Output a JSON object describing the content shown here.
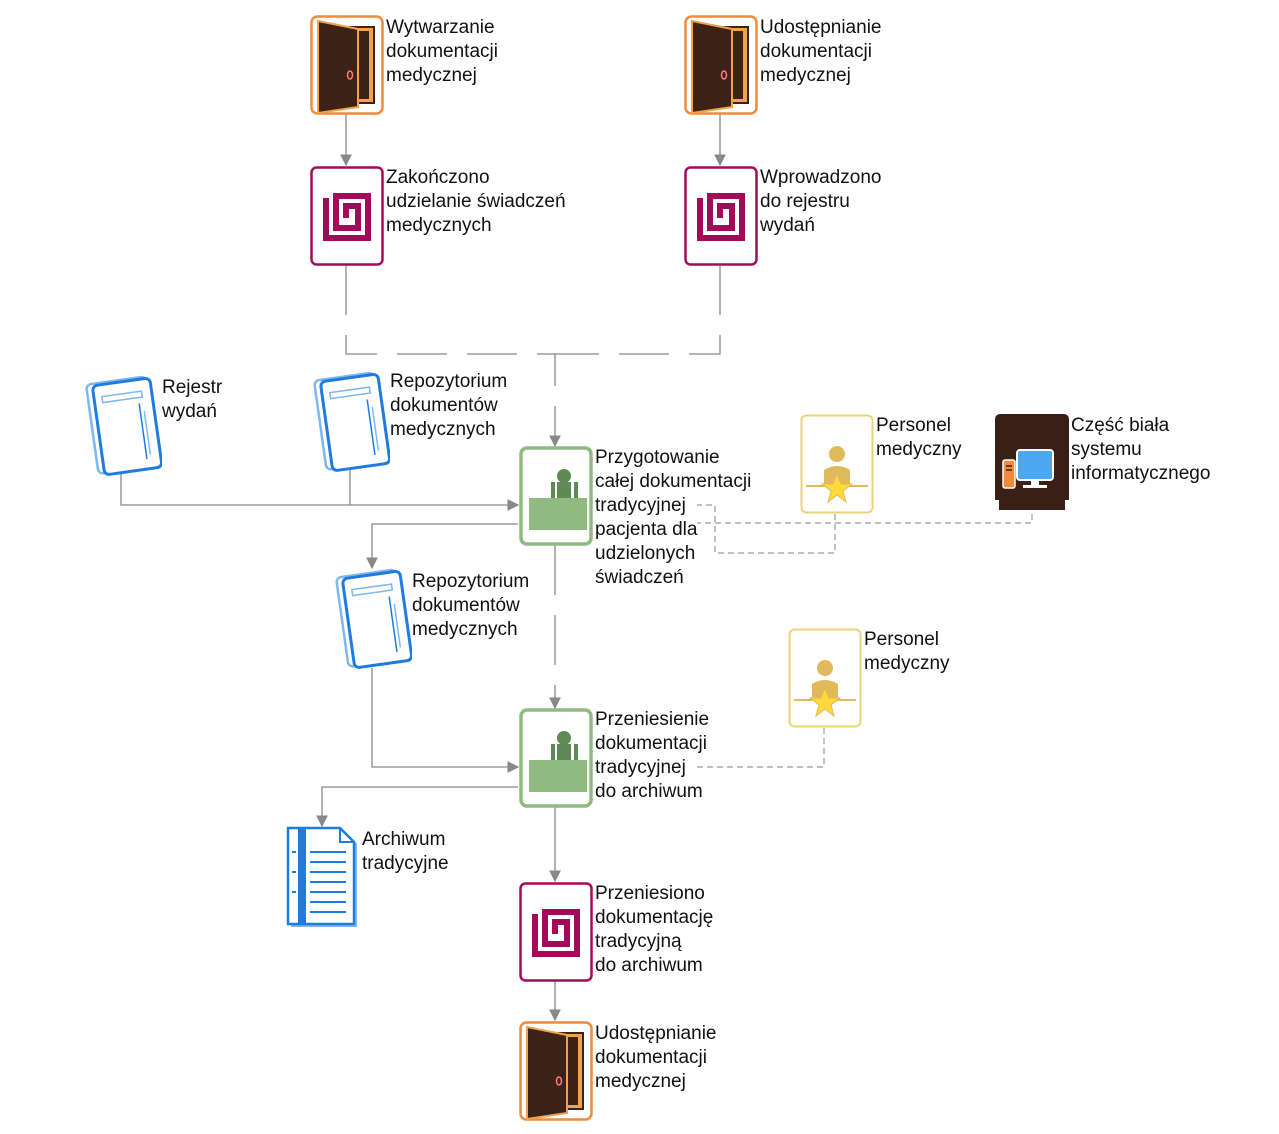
{
  "diagram": {
    "nodes": [
      {
        "id": "n1",
        "kind": "process-interface",
        "label": "Wytwarzanie\ndokumentacji\nmedycznej"
      },
      {
        "id": "n2",
        "kind": "process-interface",
        "label": "Udostępnianie\ndokumentacji\nmedycznej"
      },
      {
        "id": "n3",
        "kind": "event",
        "label": "Zakończono\nudzielanie świadczeń\nmedycznych"
      },
      {
        "id": "n4",
        "kind": "event",
        "label": "Wprowadzono\ndo rejestru\nwydań"
      },
      {
        "id": "n5",
        "kind": "document-list",
        "label": "Rejestr\nwydań"
      },
      {
        "id": "n6",
        "kind": "document-list",
        "label": "Repozytorium\ndokumentów\nmedycznych"
      },
      {
        "id": "n7",
        "kind": "task",
        "label": "Przygotowanie\ncałej dokumentacji\ntradycyjnej\npacjenta dla\nudzielonych\nświadczeń"
      },
      {
        "id": "n8",
        "kind": "role",
        "label": "Personel\nmedyczny"
      },
      {
        "id": "n9",
        "kind": "system",
        "label": "Część biała\nsystemu\ninformatycznego"
      },
      {
        "id": "n10",
        "kind": "document-list",
        "label": "Repozytorium\ndokumentów\nmedycznych"
      },
      {
        "id": "n11",
        "kind": "task",
        "label": "Przeniesienie\ndokumentacji\ntradycyjnej\ndo archiwum"
      },
      {
        "id": "n12",
        "kind": "role",
        "label": "Personel\nmedyczny"
      },
      {
        "id": "n13",
        "kind": "document",
        "label": "Archiwum\ntradycyjne"
      },
      {
        "id": "n14",
        "kind": "event",
        "label": "Przeniesiono\ndokumentację\ntradycyjną\ndo archiwum"
      },
      {
        "id": "n15",
        "kind": "process-interface",
        "label": "Udostępnianie\ndokumentacji\nmedycznej"
      }
    ],
    "edges": [
      {
        "from": "n1",
        "to": "n3",
        "style": "solid"
      },
      {
        "from": "n2",
        "to": "n4",
        "style": "solid"
      },
      {
        "from": "n3",
        "to": "n7",
        "style": "dashed-long"
      },
      {
        "from": "n4",
        "to": "n7",
        "style": "dashed-long"
      },
      {
        "from": "n5",
        "to": "n7",
        "style": "solid"
      },
      {
        "from": "n6",
        "to": "n7",
        "style": "solid"
      },
      {
        "from": "n8",
        "to": "n7",
        "style": "dashed-short"
      },
      {
        "from": "n9",
        "to": "n7",
        "style": "dashed-short"
      },
      {
        "from": "n7",
        "to": "n10",
        "style": "solid"
      },
      {
        "from": "n7",
        "to": "n11",
        "style": "dashed-long"
      },
      {
        "from": "n10",
        "to": "n11",
        "style": "solid"
      },
      {
        "from": "n12",
        "to": "n11",
        "style": "dashed-short"
      },
      {
        "from": "n11",
        "to": "n13",
        "style": "solid"
      },
      {
        "from": "n11",
        "to": "n14",
        "style": "solid"
      },
      {
        "from": "n14",
        "to": "n15",
        "style": "solid"
      }
    ],
    "colors": {
      "interface_border": "#f08a3c",
      "interface_door": "#3d2218",
      "event_border": "#a50a5a",
      "task_border": "#8fba82",
      "task_fill": "#8fba82",
      "document_blue": "#1e7be0",
      "role_border": "#e8d27a",
      "role_figure": "#e0b95a",
      "star": "#ffd83a",
      "system_box": "#3a1f16",
      "edge": "#888888"
    }
  }
}
